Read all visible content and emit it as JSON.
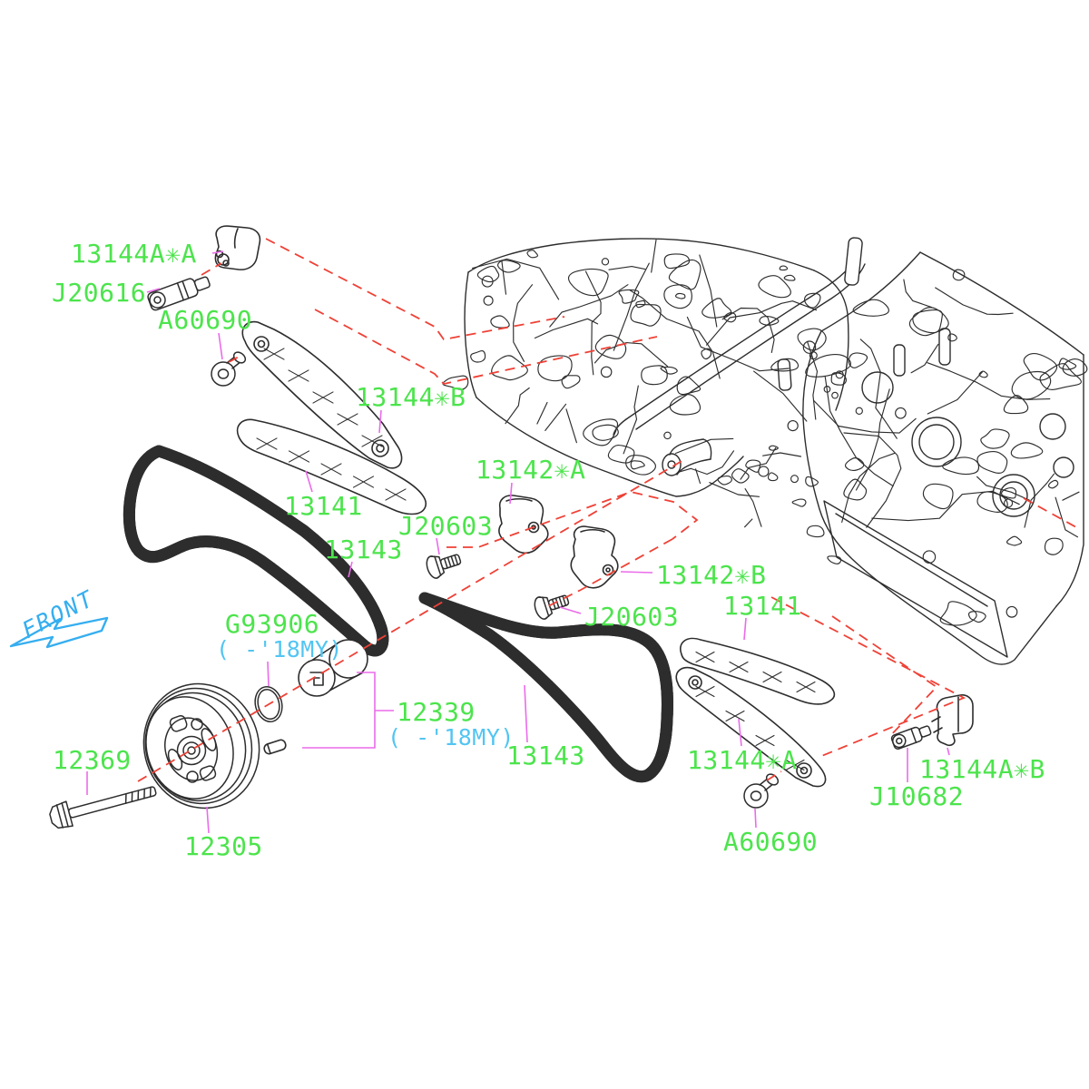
{
  "diagram_title": "engine timing chain exploded parts diagram",
  "front_indicator": "FRONT",
  "colors": {
    "part_label_green": "#4ce44c",
    "model_year_cyan": "#52c5f2",
    "leader_magenta": "#ea6cea",
    "datum_red": "#ef4136",
    "lineart_black": "#2d2d2d",
    "background": "#ffffff"
  },
  "labels": [
    "13144A✳A",
    "J20616",
    "A60690",
    "13144✳B",
    "13141",
    "13142✳A",
    "J20603",
    "13143",
    "13142✳B",
    "J20603",
    "13141",
    "G93906",
    "12339",
    "12369",
    "12305",
    "13143",
    "13144✳A",
    "J10682",
    "13144A✳B",
    "A60690"
  ],
  "sublabels": [
    "( -'18MY)",
    "( -'18MY)"
  ]
}
